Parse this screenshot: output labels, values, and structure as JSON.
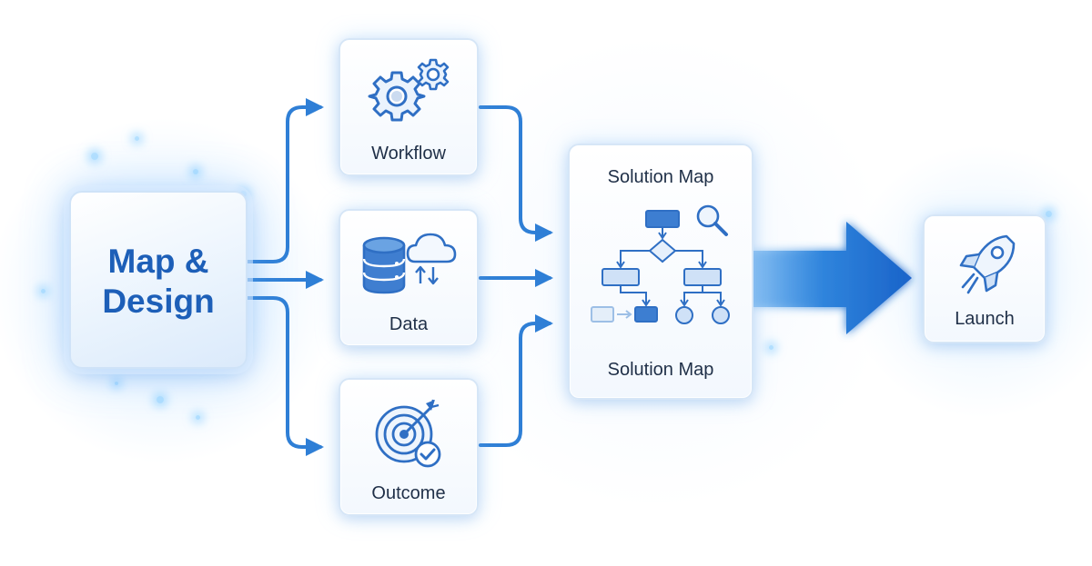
{
  "diagram": {
    "start_node": {
      "title": "Map &\nDesign"
    },
    "input_nodes": [
      {
        "label": "Workflow",
        "icon": "gears-icon"
      },
      {
        "label": "Data",
        "icon": "database-cloud-icon"
      },
      {
        "label": "Outcome",
        "icon": "target-check-icon"
      }
    ],
    "solution_node": {
      "top_label": "Solution Map",
      "bottom_label": "Solution Map",
      "icon": "flowchart-icon"
    },
    "end_node": {
      "label": "Launch",
      "icon": "rocket-icon"
    }
  },
  "colors": {
    "accent": "#1d5fb8",
    "connector": "#2f7fd6",
    "big_arrow": "#1f6fd3",
    "text": "#1f2f47"
  }
}
